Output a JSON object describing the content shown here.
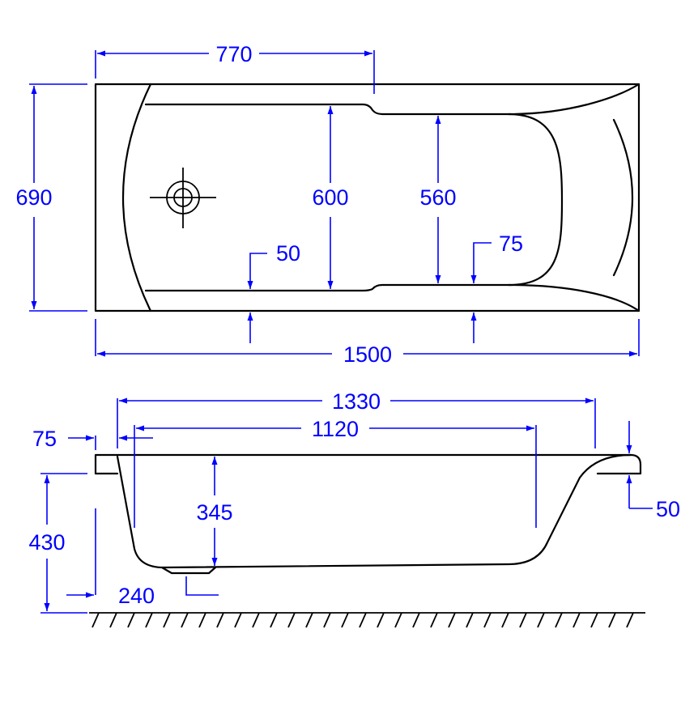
{
  "colors": {
    "outline": "#000000",
    "dimension": "#0000ff",
    "background": "#ffffff"
  },
  "top_view": {
    "dimensions": {
      "overall_length": "1500",
      "overall_width": "690",
      "waste_offset": "770",
      "inner_width_wide": "600",
      "inner_width_narrow": "560",
      "rim_left": "50",
      "rim_right": "75"
    },
    "waste_icon": "waste-outlet-icon"
  },
  "side_view": {
    "dimensions": {
      "top_length": "1330",
      "bottom_length": "1120",
      "rim_overhang": "75",
      "depth": "345",
      "height": "430",
      "foot_offset": "240",
      "rim_thickness": "50"
    },
    "floor_icon": "floor-hatch-icon"
  }
}
